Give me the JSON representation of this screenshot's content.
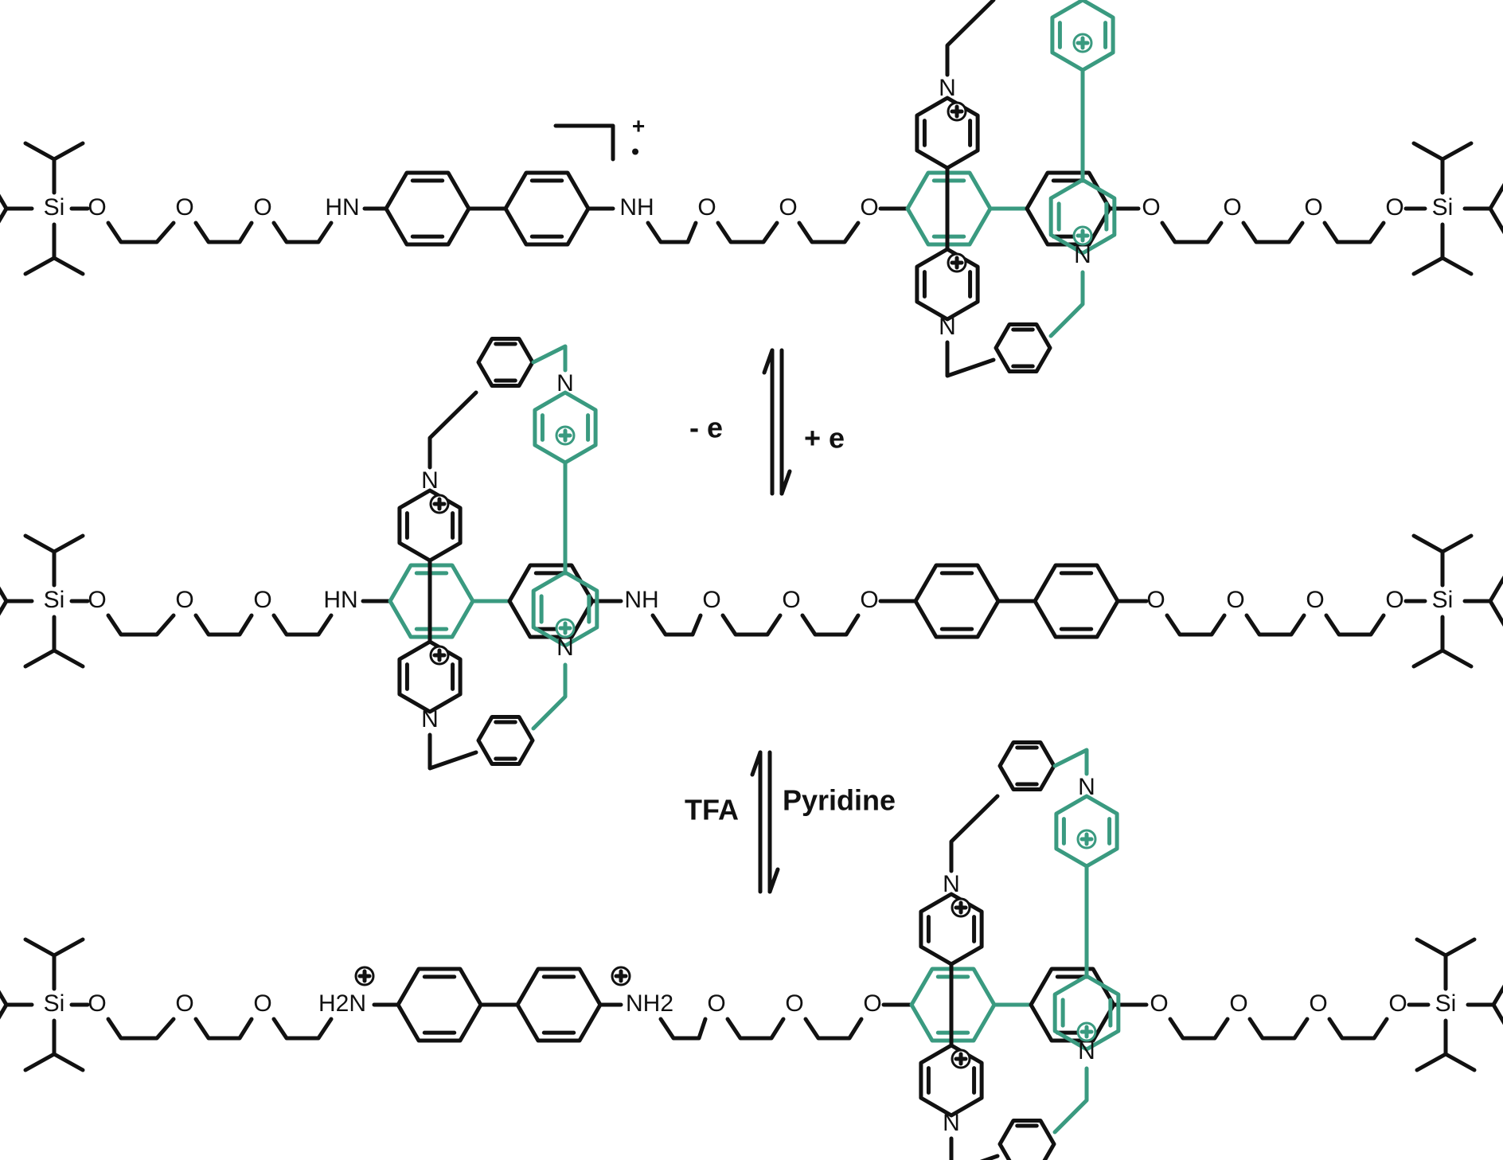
{
  "colors": {
    "ink": "#111111",
    "ring": "#3a9a80",
    "background": "#ffffff"
  },
  "labels": {
    "si": "Si",
    "o": "O",
    "hn": "HN",
    "nh": "NH",
    "n": "N",
    "h2n": "H2N",
    "nh2": "NH2",
    "plus": "+",
    "radical": "•"
  },
  "arrows": {
    "top_left": "- e",
    "top_right": "+ e",
    "bottom_left": "TFA",
    "bottom_right": "Pyridine"
  }
}
